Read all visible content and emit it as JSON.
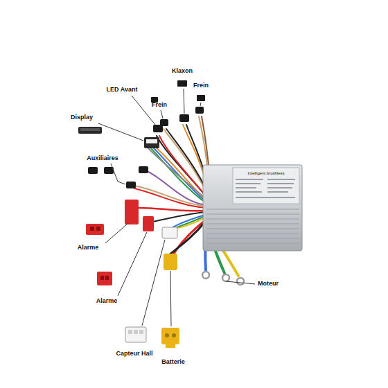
{
  "diagram": {
    "labels": [
      "LED Avant",
      "Frein",
      "Klaxon",
      "Frein",
      "Display",
      "Auxiliaires",
      "Alarme",
      "Alarme",
      "Capteur Hall",
      "Batterie",
      "Moteur",
      "Intelligent brushless"
    ]
  }
}
